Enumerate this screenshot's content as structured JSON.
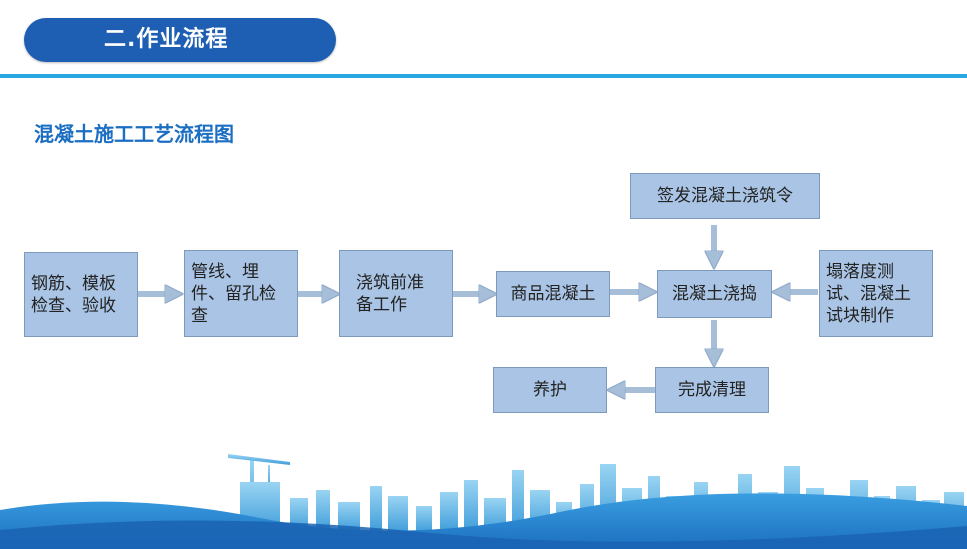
{
  "header": {
    "title": "二.作业流程"
  },
  "subtitle": "混凝土施工工艺流程图",
  "flow": {
    "nodes": {
      "rebar_check": "钢筋、模板检查、验收",
      "pipe_check": "管线、埋件、留孔检查",
      "pre_pour": "浇筑前准备工作",
      "concrete": "商品混凝土",
      "pour_order": "签发混凝土浇筑令",
      "pour": "混凝土浇捣",
      "slump_test": "塌落度测试、混凝土试块制作",
      "cleanup": "完成清理",
      "curing": "养护"
    }
  },
  "colors": {
    "accent": "#1f5fb3",
    "line": "#2aa7e0",
    "box_fill": "#a9c4e4",
    "box_border": "#7d99bb",
    "arrow": "#a6bed8"
  }
}
